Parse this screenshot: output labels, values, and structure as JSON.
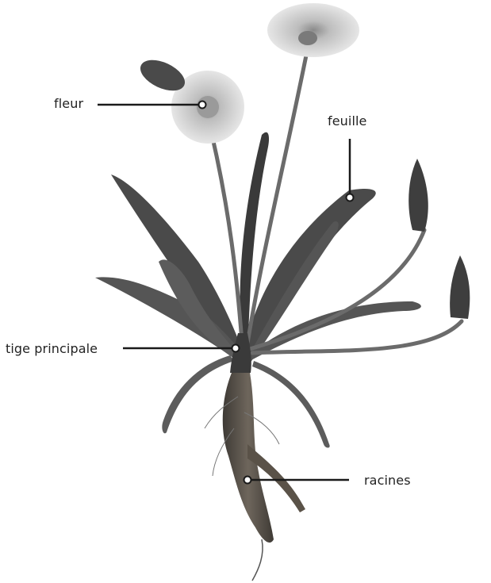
{
  "labels": {
    "fleur": "fleur",
    "feuille": "feuille",
    "tige": "tige principale",
    "racines": "racines"
  },
  "colors": {
    "leader": "#1a1a1a",
    "plant_dark": "#3a3a3a",
    "plant_mid": "#6b6b6b",
    "flower": "#d8d8d8",
    "bud": "#4a4a4a",
    "root": "#5a5248",
    "background": "#ffffff"
  }
}
